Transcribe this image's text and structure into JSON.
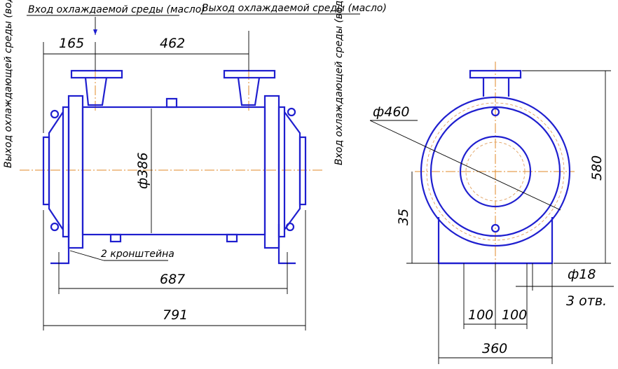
{
  "labels": {
    "oil_in_1": "Вход охлаждаемой среды (масло)",
    "oil_in_2": "Выход охлаждаемой среды (масло)",
    "water_out": "Выход охлаждающей среды (вода)",
    "water_in": "Вход охлаждающей среды (вода)",
    "brackets": "2 кронштейна",
    "holes": "3 отв."
  },
  "dimensions": {
    "d165": "165",
    "d462": "462",
    "d386": "ф386",
    "d687": "687",
    "d791": "791",
    "d460": "ф460",
    "d580": "580",
    "d35": "35",
    "d18": "ф18",
    "d100a": "100",
    "d100b": "100",
    "d360": "360"
  },
  "colors": {
    "body": "#1f1fcf",
    "centerline": "#e08a2a",
    "dimension": "#000000"
  }
}
